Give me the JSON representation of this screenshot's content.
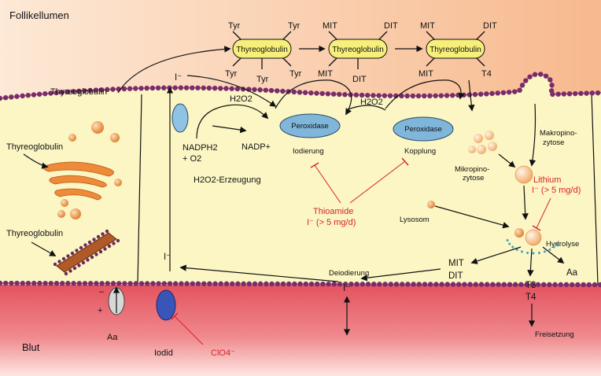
{
  "regions": {
    "lumen": "Follikellumen",
    "blood": "Blut"
  },
  "cell_labels": {
    "tg_membrane": "Thyreoglobulin",
    "tg_vesicles": "Thyreoglobulin",
    "tg_er": "Thyreoglobulin"
  },
  "tg_molecules": [
    {
      "name": "Thyreoglobulin",
      "tl": "Tyr",
      "tr": "Tyr",
      "bl": "Tyr",
      "bc": "Tyr",
      "br": "Tyr"
    },
    {
      "name": "Thyreoglobulin",
      "tl": "MIT",
      "tr": "DIT",
      "bl": "MIT",
      "bc": "DIT",
      "br": ""
    },
    {
      "name": "Thyreoglobulin",
      "tl": "MIT",
      "tr": "DIT",
      "bl": "MIT",
      "bc": "",
      "br": "T4"
    }
  ],
  "iodide_top": "I⁻",
  "iodide_mid": "I⁻",
  "h2o2_a": "H2O2",
  "h2o2_b": "H2O2",
  "nadph_line1": "NADPH2",
  "nadph_line2": "+ O2",
  "nadp": "NADP+",
  "h2o2_generation": "H2O2-Erzeugung",
  "enzymes": [
    {
      "label": "Peroxidase",
      "caption": "Iodierung"
    },
    {
      "label": "Peroxidase",
      "caption": "Kopplung"
    }
  ],
  "inhibitor_thioamide": {
    "line1": "Thioamide",
    "line2": "I⁻ (> 5 mg/d)"
  },
  "inhibitor_lithium": {
    "line1": "Lithium",
    "line2": "I⁻ (> 5 mg/d)"
  },
  "inhibitor_perchlorate": "ClO4⁻",
  "makropino": {
    "line1": "Makropino-",
    "line2": "zytose"
  },
  "mikropino": {
    "line1": "Mikropino-",
    "line2": "zytose"
  },
  "lysosom": "Lysosom",
  "hydrolyse": "Hydrolyse",
  "mit_dit": {
    "mit": "MIT",
    "dit": "DIT"
  },
  "aa_right": "Aa",
  "t3": "T3",
  "t4": "T4",
  "deiodierung": "Deiodierung",
  "iodide_bottom": "I⁻",
  "freisetzung": "Freisetzung",
  "aa_left": "Aa",
  "iodid": "Iodid",
  "minus_sign": "–",
  "plus_sign": "+",
  "colors": {
    "lumen_top": "#fde6cf",
    "cell_fill": "#fbf6c4",
    "blood": "#e04a57",
    "membrane_bead": "#7a2c6a",
    "peroxidase": "#7fb6d9",
    "tg_capsule": "#f6ef7a",
    "vesicle": "#ee8a3a",
    "inhibit": "#d8232a"
  }
}
